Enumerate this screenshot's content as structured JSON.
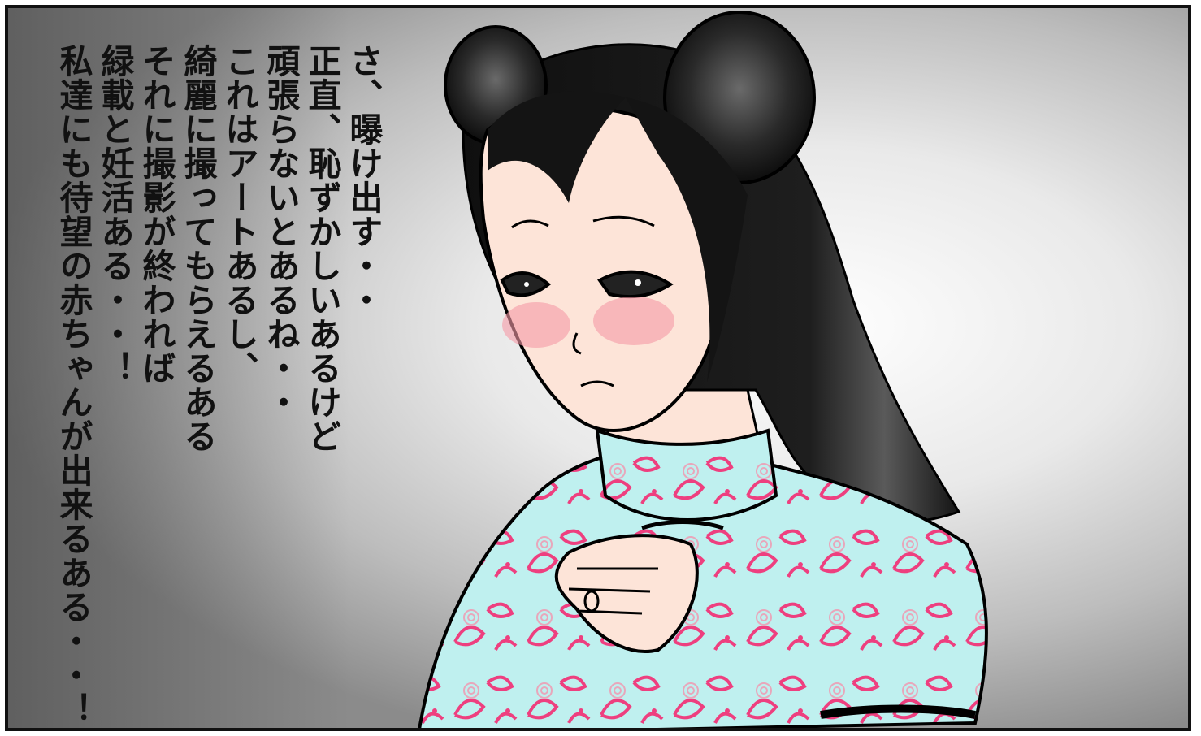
{
  "panel": {
    "narration_lines": [
      "さ、曝け出す・・",
      "正直、恥ずかしいあるけど",
      "頑張らないとあるね・・",
      "これはアートあるし、",
      "綺麗に撮ってもらえるある",
      "それに撮影が終われば",
      "緑載と妊活ある・・！",
      "私達にも待望の赤ちゃんが出来るある・・！"
    ],
    "colors": {
      "hair": "#141414",
      "skin": "#fde4d8",
      "blush": "#f59aa6",
      "dress": "#bff0ef",
      "dress_pattern": "#ee3f7f",
      "border": "#111111"
    }
  }
}
